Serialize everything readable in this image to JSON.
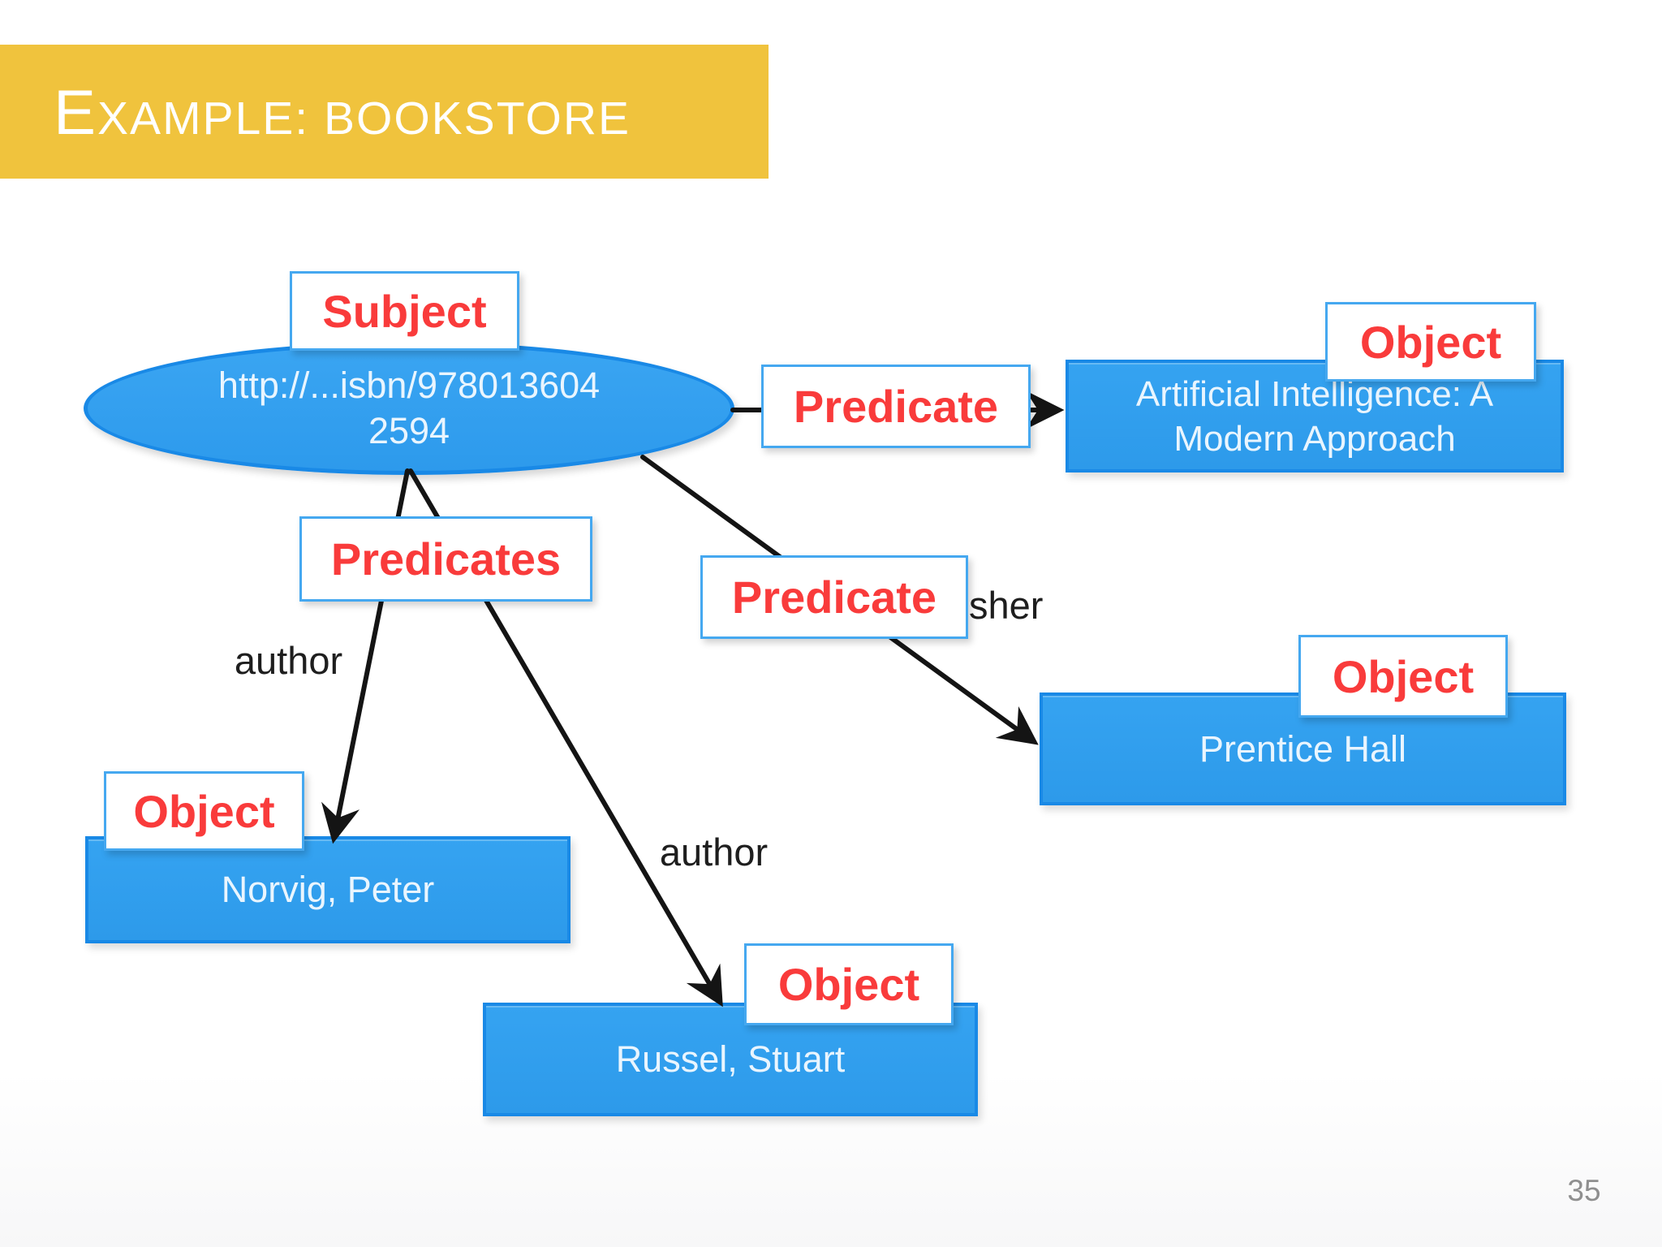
{
  "slide": {
    "title": "EXAMPLE: BOOKSTORE",
    "page_number": "35"
  },
  "colors": {
    "title_bar_yellow": "#F0C33D",
    "label_red": "#F93B3B",
    "node_fill_blue": "#2F9FF0",
    "node_border_blue": "#1989E6",
    "label_box_border_blue": "#45A8F0",
    "arrow_black": "#141414",
    "node_text": "#E9F5FE",
    "page_number_gray": "#8F8F8F"
  },
  "tags": {
    "subject": "Subject",
    "predicate_top": "Predicate",
    "predicates": "Predicates",
    "predicate_mid": "Predicate",
    "object_title": "Object",
    "object_publisher": "Object",
    "object_author1": "Object",
    "object_author2": "Object"
  },
  "nodes": {
    "subject_uri": {
      "line1": "http://...isbn/978013604",
      "line2": "2594"
    },
    "object_title": {
      "line1": "Artificial Intelligence: A",
      "line2": "Modern Approach"
    },
    "object_publisher": "Prentice Hall",
    "object_author1": "Norvig, Peter",
    "object_author2": "Russel, Stuart"
  },
  "edge_labels": {
    "author_left": "author",
    "author_right": "author",
    "publisher_visible_fragment": "sher"
  }
}
